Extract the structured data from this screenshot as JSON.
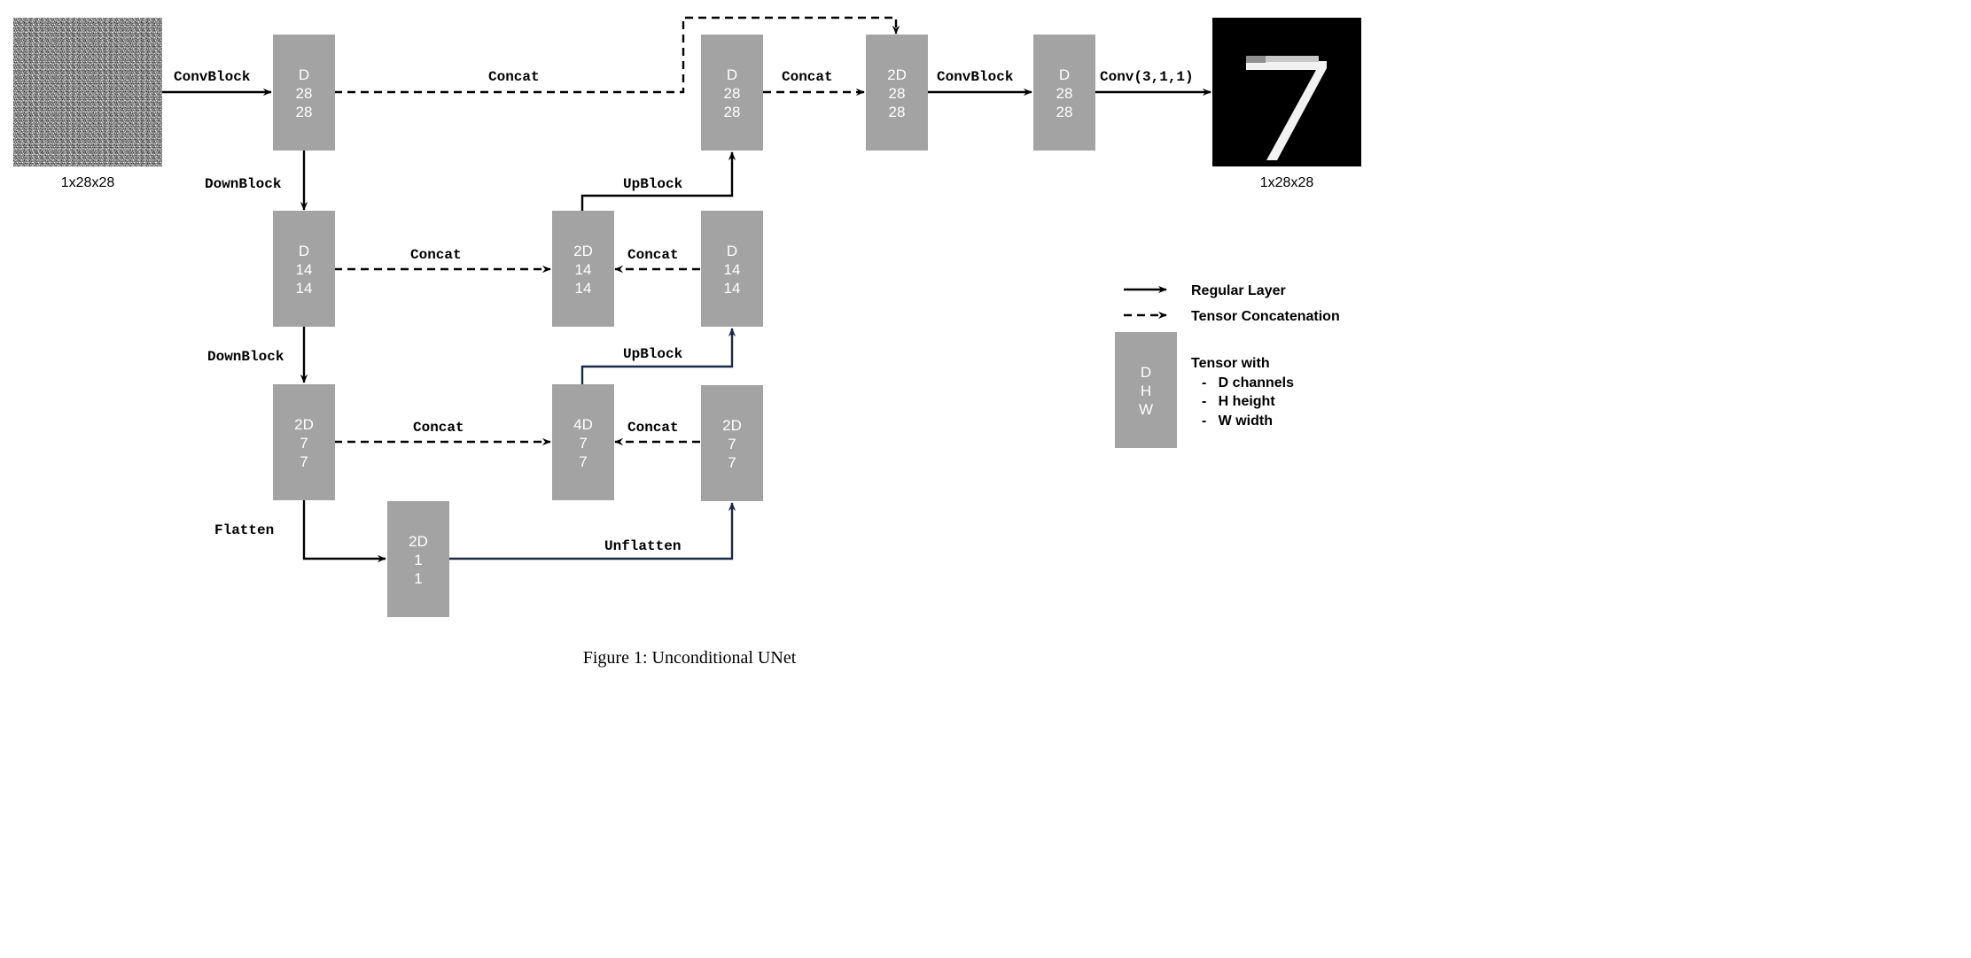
{
  "io": {
    "input_label": "1x28x28",
    "output_label": "1x28x28"
  },
  "tensors": {
    "enc1": [
      "D",
      "28",
      "28"
    ],
    "enc2": [
      "D",
      "14",
      "14"
    ],
    "enc3": [
      "2D",
      "7",
      "7"
    ],
    "bottleneck": [
      "2D",
      "1",
      "1"
    ],
    "unflat": [
      "2D",
      "7",
      "7"
    ],
    "cat3": [
      "4D",
      "7",
      "7"
    ],
    "up2": [
      "D",
      "14",
      "14"
    ],
    "cat2": [
      "2D",
      "14",
      "14"
    ],
    "up1": [
      "D",
      "28",
      "28"
    ],
    "cat1": [
      "2D",
      "28",
      "28"
    ],
    "conv_out": [
      "D",
      "28",
      "28"
    ]
  },
  "ops": {
    "conv_in": "ConvBlock",
    "down1": "DownBlock",
    "down2": "DownBlock",
    "flatten": "Flatten",
    "unflatten": "Unflatten",
    "concat_top": "Concat",
    "concat_mid": "Concat",
    "concat_low": "Concat",
    "concat_mid_right": "Concat",
    "concat_low_right": "Concat",
    "concat_top_right": "Concat",
    "upblock_top": "UpBlock",
    "upblock_mid": "UpBlock",
    "conv_block_out": "ConvBlock",
    "final_conv": "Conv(3,1,1)"
  },
  "legend": {
    "regular": "Regular Layer",
    "concat": "Tensor Concatenation",
    "tensor_title": "Tensor with",
    "tensor_dims": [
      "D",
      "H",
      "W"
    ],
    "items": [
      "-   D channels",
      "-   H height",
      "-   W width"
    ]
  },
  "caption": "Figure 1: Unconditional UNet",
  "colors": {
    "tensor_box": "#a3a3a3",
    "line": "#000000",
    "up_line": "#1b2a44"
  }
}
